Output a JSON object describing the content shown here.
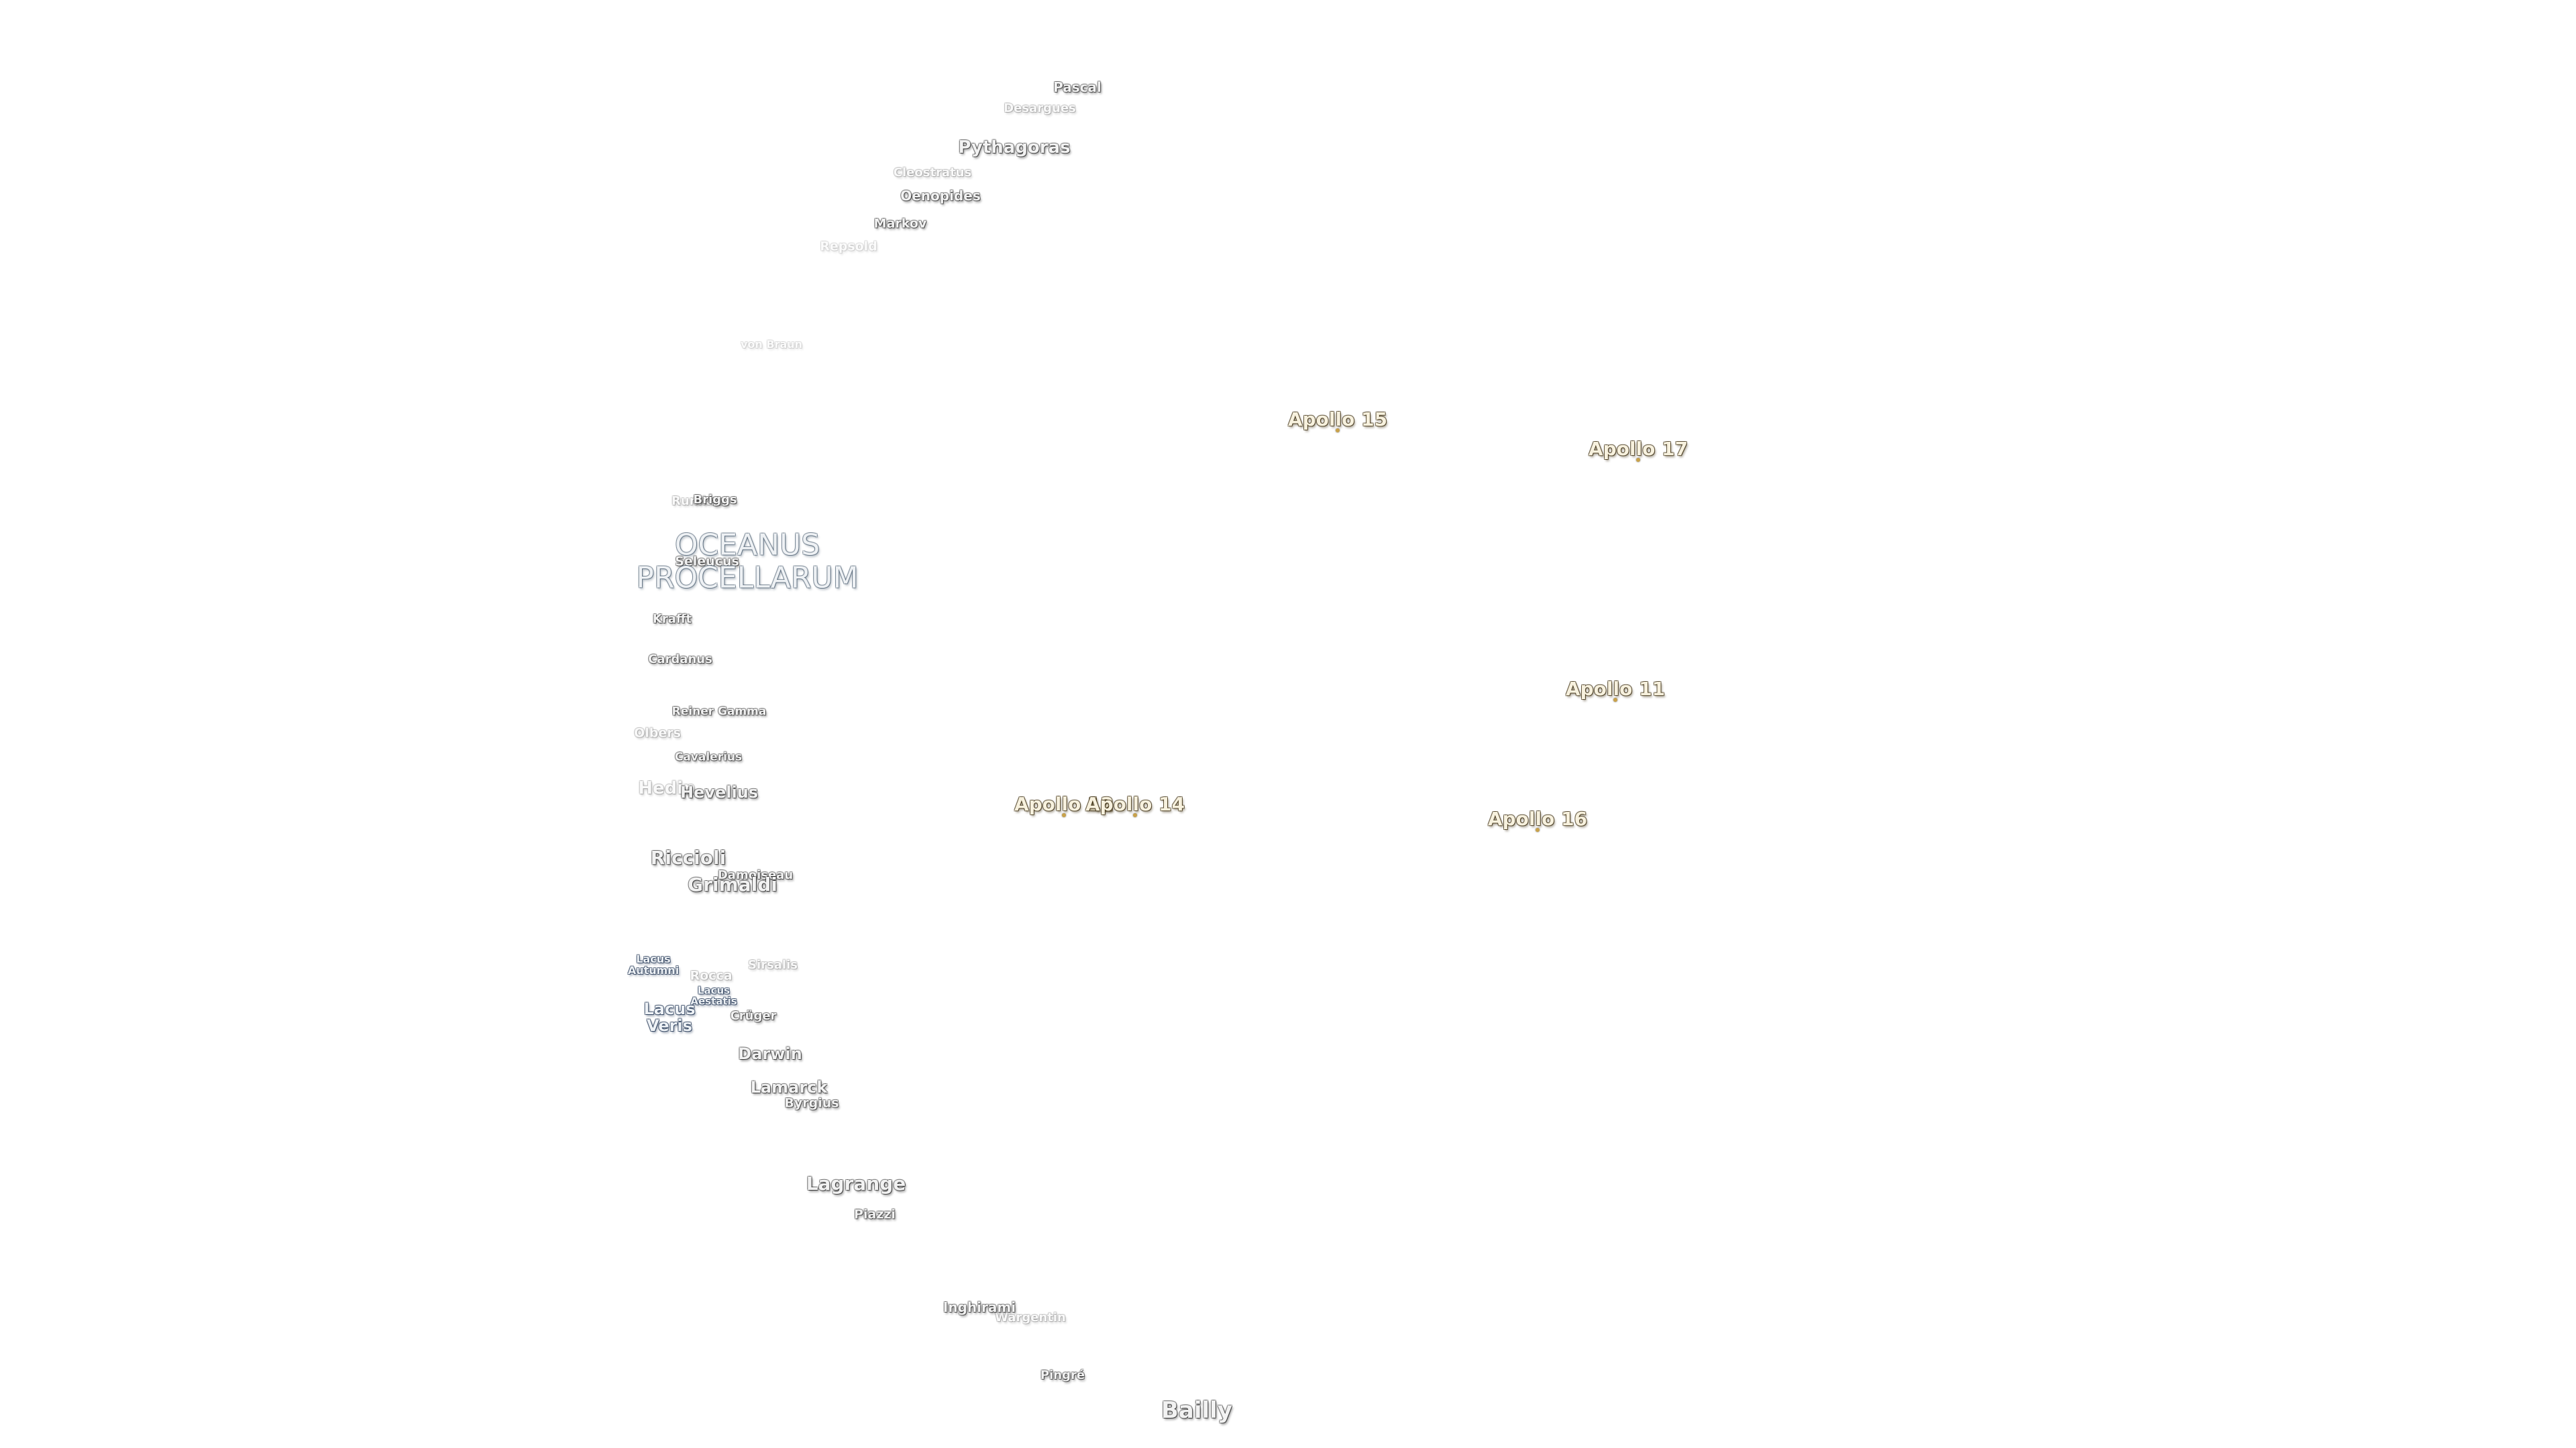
{
  "crater_labels": [
    {
      "name": "Pascal",
      "size": 20
    },
    {
      "name": "Desargues",
      "size": 18,
      "style": "faint"
    },
    {
      "name": "Pythagoras",
      "size": 26
    },
    {
      "name": "Cleostratus",
      "size": 18,
      "style": "faint"
    },
    {
      "name": "Oenopides",
      "size": 20
    },
    {
      "name": "Markov",
      "size": 19
    },
    {
      "name": "Repsold",
      "size": 19,
      "style": "vfaint"
    },
    {
      "name": "von Braun",
      "size": 16,
      "style": "vfaint"
    },
    {
      "name": "Rumker",
      "size": 18,
      "style": "faint"
    },
    {
      "name": "Briggs",
      "size": 18
    },
    {
      "name": "Seleucus",
      "size": 19
    },
    {
      "name": "Krafft",
      "size": 18
    },
    {
      "name": "Cardanus",
      "size": 18
    },
    {
      "name": "Reiner Gamma",
      "size": 17
    },
    {
      "name": "Olbers",
      "size": 19,
      "style": "faint"
    },
    {
      "name": "Cavalerius",
      "size": 17
    },
    {
      "name": "Hedin",
      "size": 26,
      "style": "faint"
    },
    {
      "name": "Hevelius",
      "size": 24
    },
    {
      "name": "Riccioli",
      "size": 28
    },
    {
      "name": "Damoiseau",
      "size": 18
    },
    {
      "name": "Grimaldi",
      "size": 28
    },
    {
      "name": "Sirsalis",
      "size": 18,
      "style": "faint"
    },
    {
      "name": "Rocca",
      "size": 19,
      "style": "faint"
    },
    {
      "name": "Crüger",
      "size": 18
    },
    {
      "name": "Darwin",
      "size": 24
    },
    {
      "name": "Lamarck",
      "size": 24
    },
    {
      "name": "Byrgius",
      "size": 19
    },
    {
      "name": "Lagrange",
      "size": 28
    },
    {
      "name": "Piazzi",
      "size": 19
    },
    {
      "name": "Inghirami",
      "size": 20
    },
    {
      "name": "Wargentin",
      "size": 18,
      "style": "faint"
    },
    {
      "name": "Pingré",
      "size": 18
    },
    {
      "name": "Bailly",
      "size": 34
    }
  ],
  "mare_labels": [
    {
      "lines": [
        "OCEANUS",
        "PROCELLARUM"
      ],
      "size": 44
    }
  ],
  "lacus_labels": [
    {
      "lines": [
        "Lacus",
        "Autumni"
      ],
      "size": 16
    },
    {
      "lines": [
        "Lacus",
        "Aestatis"
      ],
      "size": 15
    },
    {
      "lines": [
        "Lacus",
        "Veris"
      ],
      "size": 24
    }
  ],
  "landing_sites": [
    {
      "name": "Apollo 15",
      "size": 28
    },
    {
      "name": "Apollo 17",
      "size": 28
    },
    {
      "name": "Apollo 11",
      "size": 28
    },
    {
      "name": "Apollo 12",
      "size": 28
    },
    {
      "name": "Apollo 14",
      "size": 28
    },
    {
      "name": "Apollo 16",
      "size": 28
    }
  ]
}
